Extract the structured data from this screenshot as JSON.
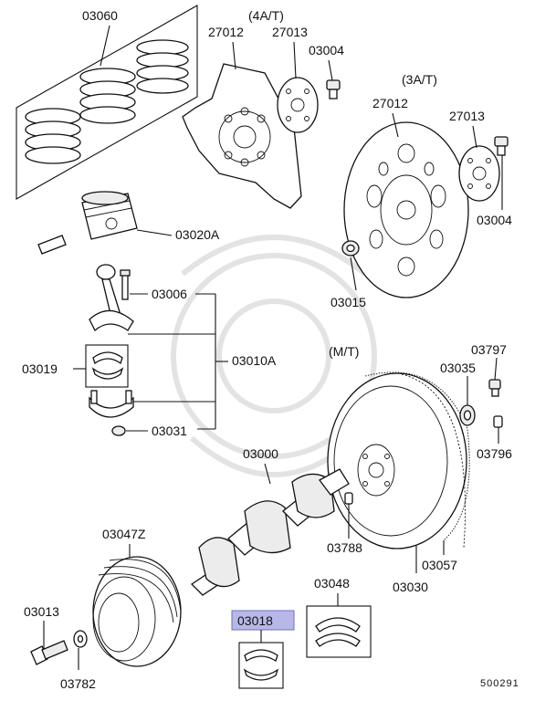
{
  "diagram": {
    "labels": {
      "p03060": "03060",
      "p4at": "(4A/T)",
      "p27012a": "27012",
      "p27013a": "27013",
      "p03004a": "03004",
      "p3at": "(3A/T)",
      "p27012b": "27012",
      "p27013b": "27013",
      "p03004b": "03004",
      "p03020a": "03020A",
      "p03015": "03015",
      "p03006": "03006",
      "p03010a": "03010A",
      "p03019": "03019",
      "p03031": "03031",
      "pmt": "(M/T)",
      "p03797": "03797",
      "p03035": "03035",
      "p03796": "03796",
      "p03000": "03000",
      "p03788": "03788",
      "p03047z": "03047Z",
      "p03057": "03057",
      "p03030": "03030",
      "p03048": "03048",
      "p03013": "03013",
      "p03018": "03018",
      "p03782": "03782",
      "diagram_id": "500291"
    },
    "highlight_color": "#b8b8e8"
  }
}
